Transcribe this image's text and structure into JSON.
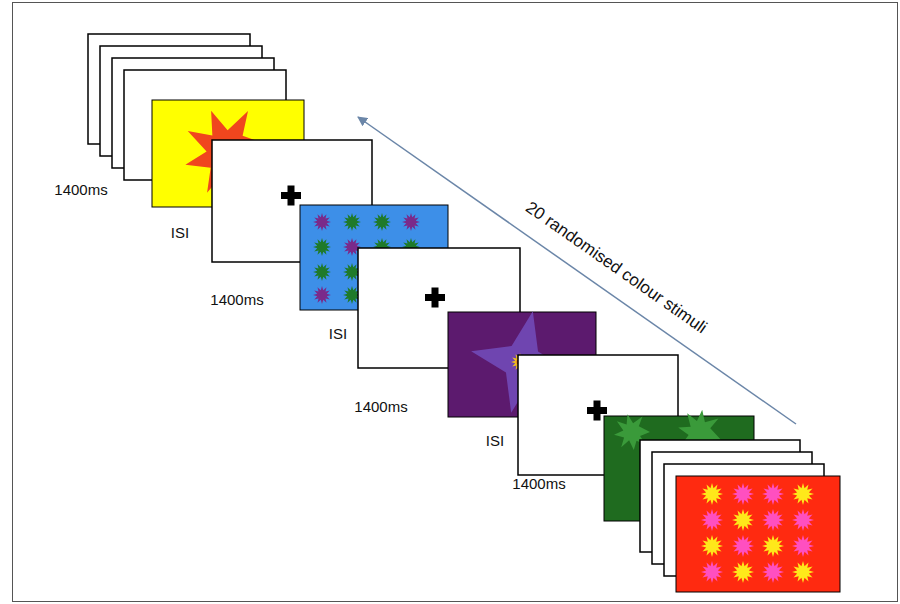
{
  "diagram": {
    "labels": [
      "1400ms",
      "ISI",
      "1400ms",
      "ISI",
      "1400ms",
      "ISI",
      "1400ms",
      "20 randomised colour stimuli"
    ]
  }
}
